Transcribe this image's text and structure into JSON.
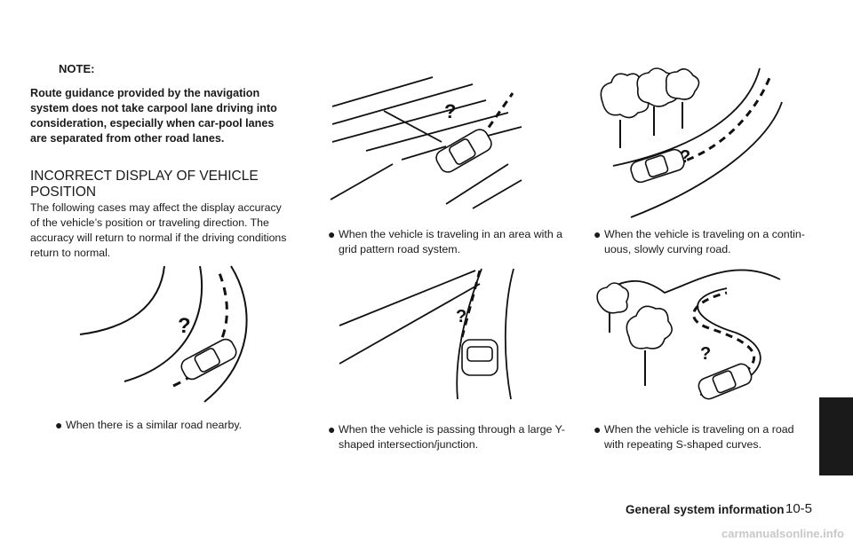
{
  "note": {
    "heading": "NOTE:",
    "body": "Route guidance provided by the navigation system does not take carpool lane driving into consideration, especially when car-pool lanes are separated from other road lanes."
  },
  "section": {
    "title": "INCORRECT DISPLAY OF VEHICLE POSITION",
    "body": "The following cases may affect the display accuracy of the vehicle’s position or traveling direction. The accuracy will return to normal if the driving conditions return to normal."
  },
  "figures": [
    {
      "caption": "When there is a similar road nearby."
    },
    {
      "caption": "When the vehicle is traveling in an area with a grid pattern road system."
    },
    {
      "caption": "When the vehicle is passing through a large Y-shaped intersection/junction."
    },
    {
      "caption": "When the vehicle is traveling on a contin-uous, slowly curving road."
    },
    {
      "caption": "When the vehicle is traveling on a road with repeating S-shaped curves."
    }
  ],
  "bullet_symbol": "●",
  "footer": {
    "section": "General system information",
    "page": "10-5"
  },
  "watermark": "carmanualsonline.info"
}
